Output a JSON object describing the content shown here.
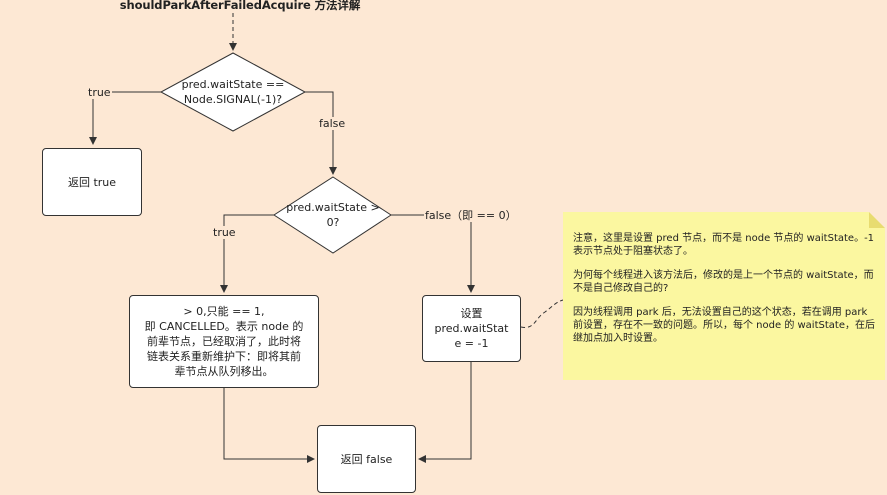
{
  "diagram": {
    "title": "shouldParkAfterFailedAcquire 方法详解",
    "decision1": "pred.waitState ==\nNode.SIGNAL(-1)?",
    "decision2": "pred.waitState >\n0?",
    "return_true": "返回 true",
    "cancelled_box": "> 0,只能 == 1,\n即 CANCELLED。表示 node 的\n前辈节点，已经取消了，此时将\n链表关系重新维护下：即将其前\n辈节点从队列移出。",
    "set_box": "设置\npred.waitStat\ne = -1",
    "return_false": "返回 false",
    "edge_labels": {
      "d1_true": "true",
      "d1_false": "false",
      "d2_true": "true",
      "d2_false": "false（即 == 0）"
    },
    "note": {
      "paragraphs": [
        "注意，这里是设置 pred 节点，而不是 node 节点的 waitState。-1 表示节点处于阻塞状态了。",
        "为何每个线程进入该方法后，修改的是上一个节点的 waitState，而不是自己修改自己的?",
        "因为线程调用 park 后，无法设置自己的这个状态，若在调用 park 前设置，存在不一致的问题。所以，每个 node 的 waitState，在后继加点加入时设置。"
      ]
    },
    "colors": {
      "background": "#fde8d4",
      "note_fill": "#fbf7a0",
      "node_fill": "#ffffff",
      "stroke": "#333333"
    }
  }
}
